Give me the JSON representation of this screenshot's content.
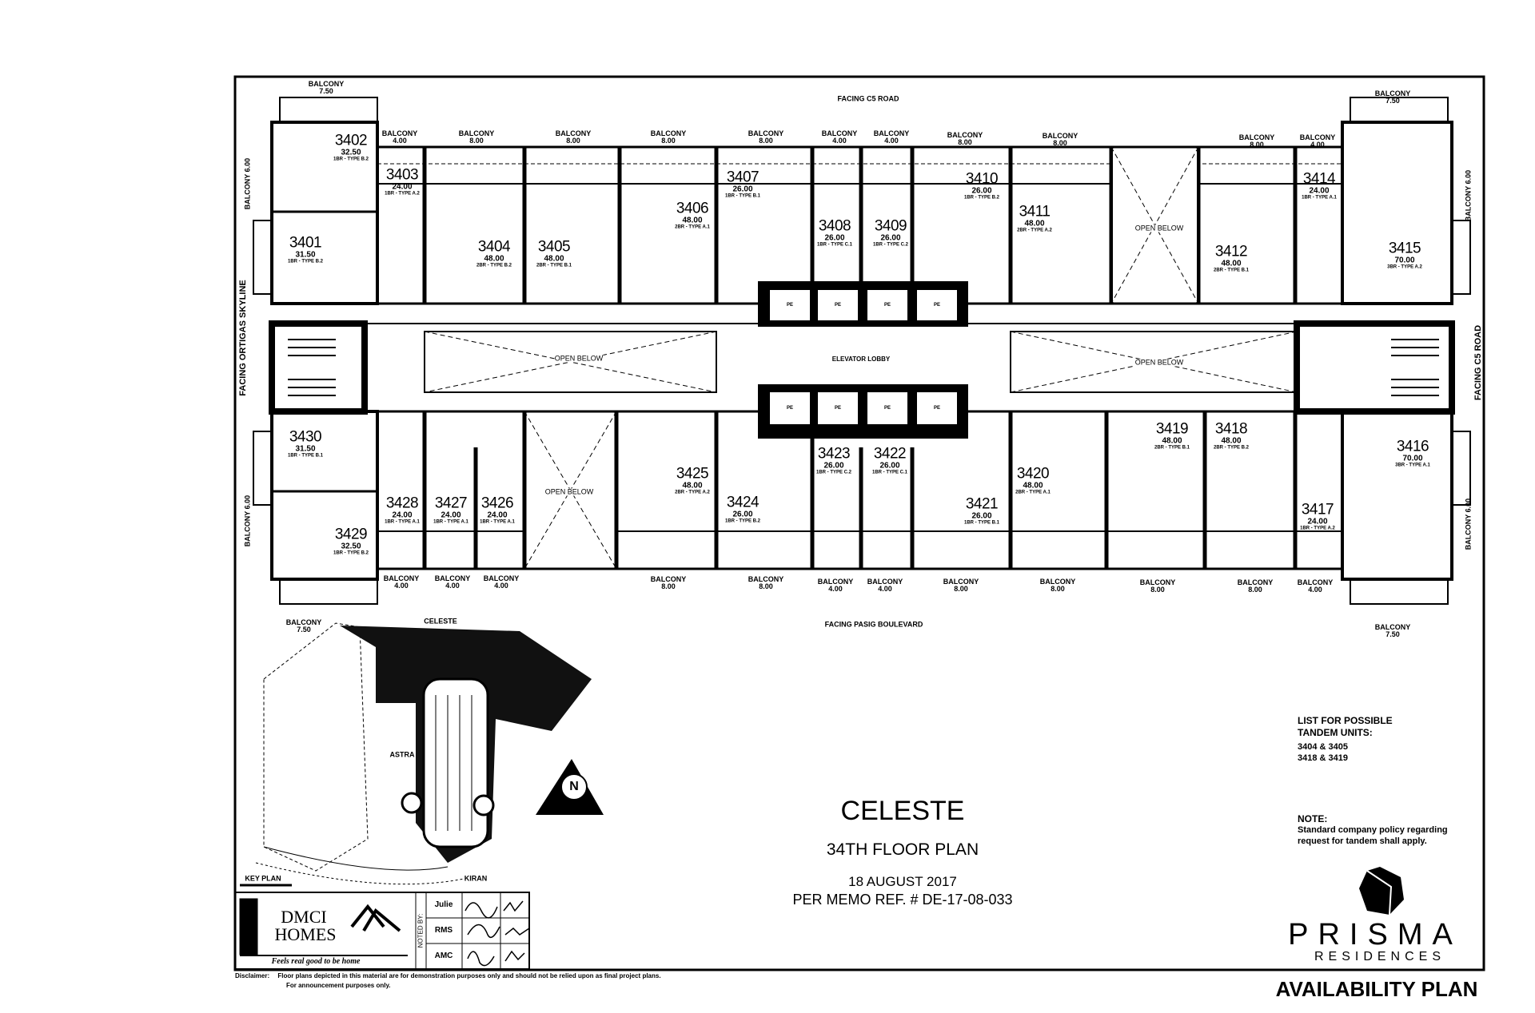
{
  "plan": {
    "facing_top": "FACING C5 ROAD",
    "facing_bottom": "FACING PASIG BOULEVARD",
    "facing_left": "FACING ORTIGAS SKYLINE",
    "facing_right": "FACING C5 ROAD",
    "elevator_lobby": "ELEVATOR LOBBY",
    "open_below": "OPEN BELOW",
    "elevator_label": "PE",
    "balcony_word": "BALCONY",
    "units": [
      {
        "no": "3401",
        "area": "31.50",
        "type": "1BR - TYPE B.2"
      },
      {
        "no": "3402",
        "area": "32.50",
        "type": "1BR - TYPE B.2"
      },
      {
        "no": "3403",
        "area": "24.00",
        "type": "1BR - TYPE A.2"
      },
      {
        "no": "3404",
        "area": "48.00",
        "type": "2BR - TYPE B.2"
      },
      {
        "no": "3405",
        "area": "48.00",
        "type": "2BR - TYPE B.1"
      },
      {
        "no": "3406",
        "area": "48.00",
        "type": "2BR - TYPE A.1"
      },
      {
        "no": "3407",
        "area": "26.00",
        "type": "1BR - TYPE B.1"
      },
      {
        "no": "3408",
        "area": "26.00",
        "type": "1BR - TYPE C.1"
      },
      {
        "no": "3409",
        "area": "26.00",
        "type": "1BR - TYPE C.2"
      },
      {
        "no": "3410",
        "area": "26.00",
        "type": "1BR - TYPE B.2"
      },
      {
        "no": "3411",
        "area": "48.00",
        "type": "2BR - TYPE A.2"
      },
      {
        "no": "3412",
        "area": "48.00",
        "type": "2BR - TYPE B.1"
      },
      {
        "no": "3414",
        "area": "24.00",
        "type": "1BR - TYPE A.1"
      },
      {
        "no": "3415",
        "area": "70.00",
        "type": "3BR - TYPE A.2"
      },
      {
        "no": "3416",
        "area": "70.00",
        "type": "3BR - TYPE A.1"
      },
      {
        "no": "3417",
        "area": "24.00",
        "type": "1BR - TYPE A.2"
      },
      {
        "no": "3418",
        "area": "48.00",
        "type": "2BR - TYPE B.2"
      },
      {
        "no": "3419",
        "area": "48.00",
        "type": "2BR - TYPE B.1"
      },
      {
        "no": "3420",
        "area": "48.00",
        "type": "2BR - TYPE A.1"
      },
      {
        "no": "3421",
        "area": "26.00",
        "type": "1BR - TYPE B.1"
      },
      {
        "no": "3422",
        "area": "26.00",
        "type": "1BR - TYPE C.1"
      },
      {
        "no": "3423",
        "area": "26.00",
        "type": "1BR - TYPE C.2"
      },
      {
        "no": "3424",
        "area": "26.00",
        "type": "1BR - TYPE B.2"
      },
      {
        "no": "3425",
        "area": "48.00",
        "type": "2BR - TYPE A.2"
      },
      {
        "no": "3426",
        "area": "24.00",
        "type": "1BR - TYPE A.1"
      },
      {
        "no": "3427",
        "area": "24.00",
        "type": "1BR - TYPE A.1"
      },
      {
        "no": "3428",
        "area": "24.00",
        "type": "1BR - TYPE A.1"
      },
      {
        "no": "3429",
        "area": "32.50",
        "type": "1BR - TYPE B.2"
      },
      {
        "no": "3430",
        "area": "31.50",
        "type": "1BR - TYPE B.1"
      }
    ],
    "balconies": [
      "7.50",
      "4.00",
      "8.00",
      "8.00",
      "8.00",
      "8.00",
      "4.00",
      "4.00",
      "8.00",
      "8.00",
      "8.00",
      "4.00",
      "7.50",
      "6.00",
      "6.00",
      "6.00",
      "6.00",
      "7.50",
      "4.00",
      "4.00",
      "4.00",
      "8.00",
      "8.00",
      "4.00",
      "4.00",
      "8.00",
      "8.00",
      "8.00",
      "8.00",
      "4.00",
      "7.50"
    ]
  },
  "key_plan": {
    "label": "KEY PLAN",
    "celeste": "CELESTE",
    "astra": "ASTRA",
    "kiran": "KIRAN",
    "north": "N"
  },
  "title_block": {
    "building": "CELESTE",
    "floor": "34TH FLOOR PLAN",
    "date": "18 AUGUST 2017",
    "memo": "PER MEMO REF. #  DE-17-08-033"
  },
  "notes": {
    "tandem_heading_1": "LIST FOR POSSIBLE",
    "tandem_heading_2": "TANDEM UNITS:",
    "tandem_pairs": [
      "3404 & 3405",
      "3418 & 3419"
    ],
    "note_heading": "NOTE:",
    "note_line_1": "Standard company policy regarding",
    "note_line_2": "request for tandem shall apply."
  },
  "brand": {
    "prisma": "PRISMA",
    "residences": "RESIDENCES",
    "availability": "AVAILABILITY PLAN",
    "dmci_1": "DMCI",
    "dmci_2": "HOMES",
    "tagline": "Feels real good to be home",
    "noted_by": "NOTED BY:",
    "signers": [
      "Julie",
      "RMS",
      "AMC"
    ]
  },
  "disclaimer": {
    "label": "Disclaimer:",
    "line_1": "Floor plans depicted in this material are for demonstration purposes only and should not be relied upon as final project plans.",
    "line_2": "For announcement purposes only."
  }
}
